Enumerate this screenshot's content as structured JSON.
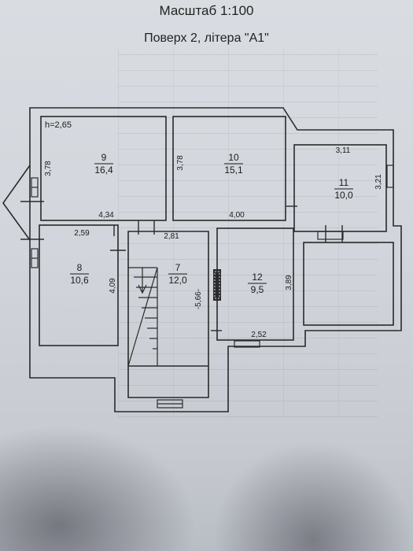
{
  "header": {
    "scale": "Масштаб 1:100",
    "floor": "Поверх 2, літера \"А1\""
  },
  "ceiling_height": "h=2,65",
  "rooms": [
    {
      "id": "9",
      "number": "9",
      "area": "16,4"
    },
    {
      "id": "10",
      "number": "10",
      "area": "15,1"
    },
    {
      "id": "11",
      "number": "11",
      "area": "10,0"
    },
    {
      "id": "8",
      "number": "8",
      "area": "10,6"
    },
    {
      "id": "7",
      "number": "7",
      "area": "12,0"
    },
    {
      "id": "12",
      "number": "12",
      "area": "9,5"
    }
  ],
  "dimensions": {
    "d9_left": "3,78",
    "d9_bottom": "4,34",
    "d10_left": "3,78",
    "d10_bottom": "4,00",
    "d11_top": "3,11",
    "d11_right": "3,21",
    "d8_top": "2,59",
    "d8_right": "4,09",
    "d7_top": "2,81",
    "d7_left": "-5,66-",
    "d12_right": "3,89",
    "d12_bottom": "2,52"
  },
  "colors": {
    "paper": "#d6dade",
    "line": "#2a2a2a"
  }
}
